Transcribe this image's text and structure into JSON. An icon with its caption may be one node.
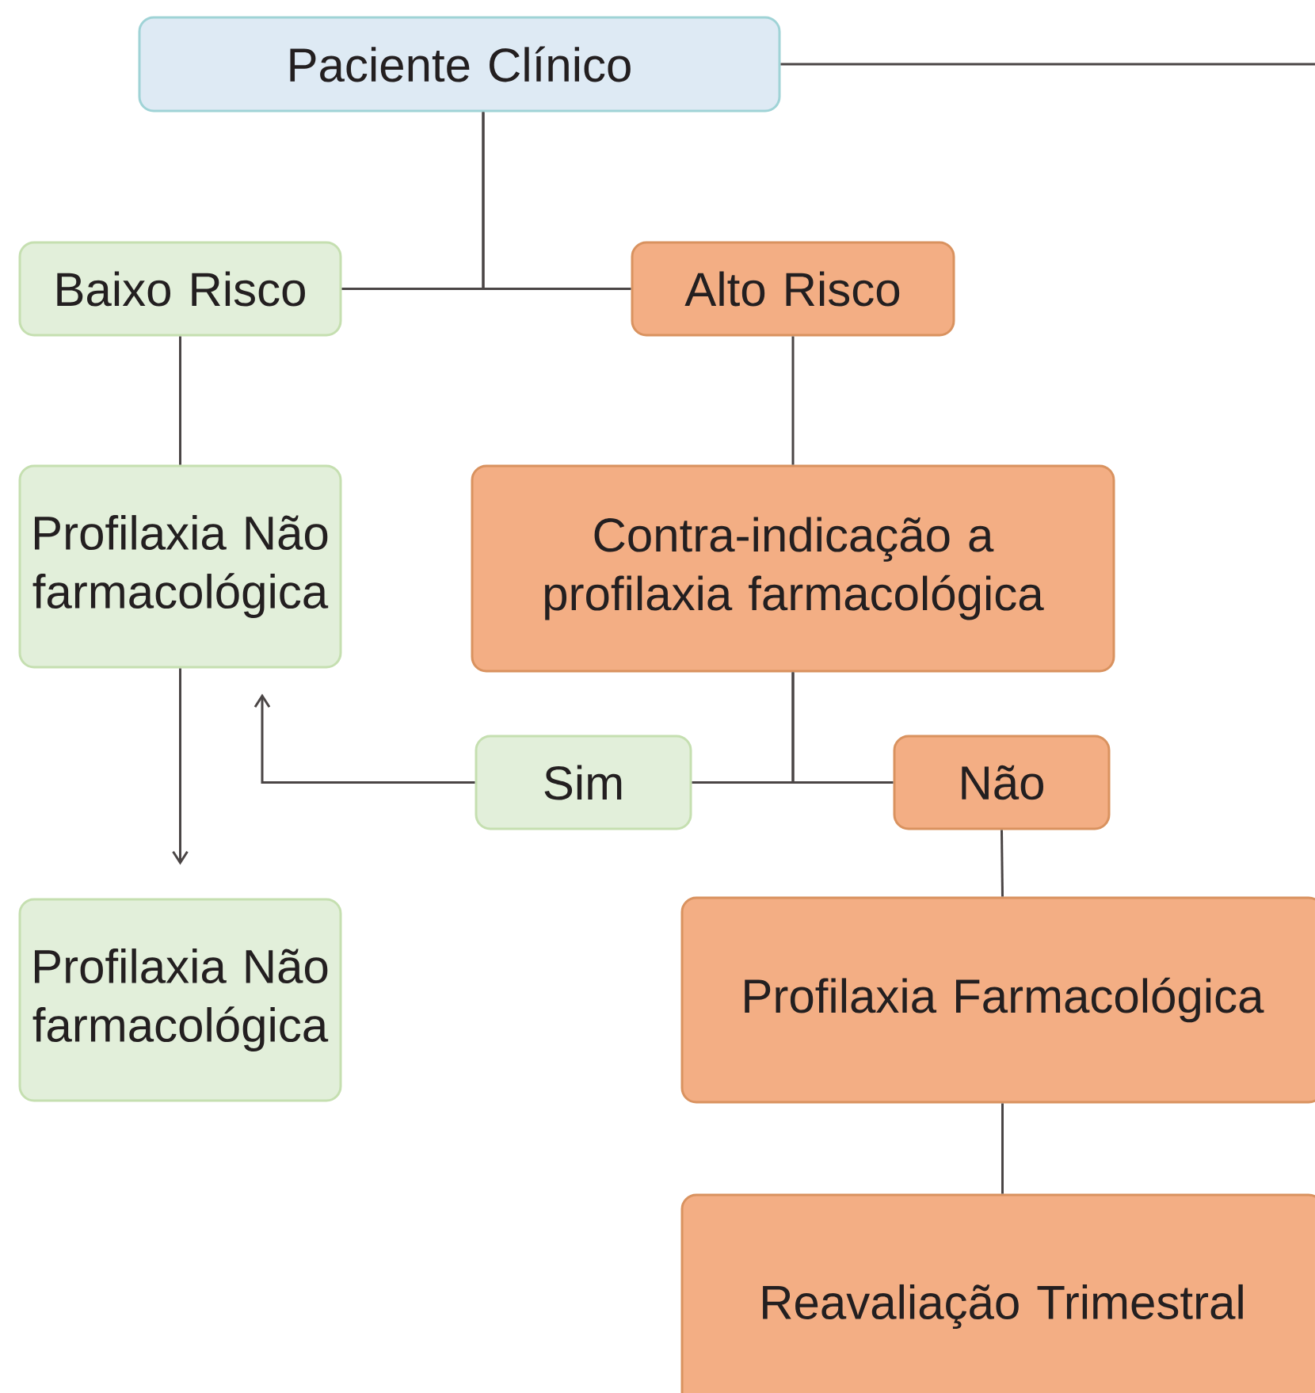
{
  "diagram": {
    "nodes": [
      {
        "text": [
          "Paciente Clínico"
        ]
      },
      {
        "text": [
          "Baixo Risco"
        ]
      },
      {
        "text": [
          "Alto Risco"
        ]
      },
      {
        "text": [
          "Profilaxia Não farmacológica"
        ]
      },
      {
        "text": [
          "Contra-indicação a profilaxia farmacológica"
        ]
      },
      {
        "text": [
          "Sim"
        ]
      },
      {
        "text": [
          "Não"
        ]
      },
      {
        "text": [
          "Profilaxia Não farmacológica"
        ]
      },
      {
        "text": [
          "Profilaxia Farmacológica"
        ]
      },
      {
        "text": [
          "Reavaliação Trimestral"
        ]
      }
    ],
    "edges": [
      {
        "from": 0,
        "to": null,
        "arrow": "none"
      },
      {
        "from": 0,
        "to": 1,
        "arrow": "none"
      },
      {
        "from": 0,
        "to": 2,
        "arrow": "none"
      },
      {
        "from": 1,
        "to": 3,
        "arrow": "none"
      },
      {
        "from": 3,
        "to": 7,
        "arrow": "to"
      },
      {
        "from": 2,
        "to": 4,
        "arrow": "none"
      },
      {
        "from": 4,
        "to": 5,
        "arrow": "none"
      },
      {
        "from": 4,
        "to": 6,
        "arrow": "none"
      },
      {
        "from": 5,
        "to": 3,
        "arrow": "to"
      },
      {
        "from": 6,
        "to": 8,
        "arrow": "none"
      },
      {
        "from": 8,
        "to": 9,
        "arrow": "none"
      }
    ]
  }
}
